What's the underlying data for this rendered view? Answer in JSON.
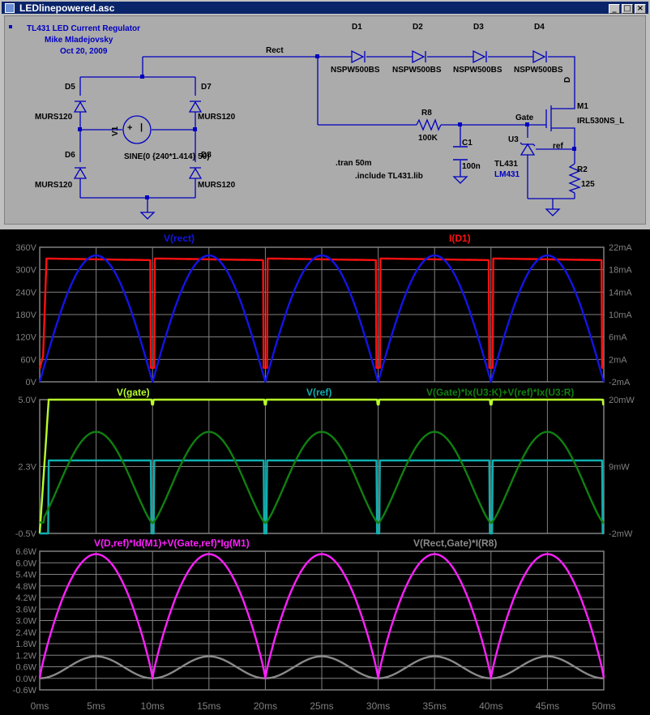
{
  "window": {
    "title": "LEDlinepowered.asc",
    "btn_min": "_",
    "btn_max": "□",
    "btn_close": "×"
  },
  "schematic": {
    "header": [
      "TL431 LED Current Regulator",
      "Mike Mladejovsky",
      "Oct 20, 2009"
    ],
    "net_rect": "Rect",
    "net_gate": "Gate",
    "net_ref": "ref",
    "d1": "D1",
    "d2": "D2",
    "d3": "D3",
    "d4": "D4",
    "led_model": "NSPW500BS",
    "d5": "D5",
    "d6": "D6",
    "d7": "D7",
    "d8": "D8",
    "diode_model": "MURS120",
    "v1": "V1",
    "v1_value": "SINE(0 {240*1.414} 50)",
    "r8": "R8",
    "r8_value": "100K",
    "c1": "C1",
    "c1_value": "100n",
    "m1": "M1",
    "m1_model": "IRL530NS_L",
    "d_label": "D",
    "u3": "U3",
    "u3_model": "TL431",
    "u3_lib": "LM431",
    "r2": "R2",
    "r2_value": "125",
    "directive_tran": ".tran 50m",
    "directive_include": ".include TL431.lib"
  },
  "colors": {
    "blue": "#1414e6",
    "red": "#ff1010",
    "lime": "#b8ff2a",
    "cyan": "#10b0b0",
    "green": "#108010",
    "magenta": "#ff20ff",
    "gray": "#8a8a8a",
    "grid": "#808080",
    "schematic_wire": "#0000c0"
  },
  "x_axis": {
    "ticks": [
      "0ms",
      "5ms",
      "10ms",
      "15ms",
      "20ms",
      "25ms",
      "30ms",
      "35ms",
      "40ms",
      "45ms",
      "50ms"
    ],
    "range": [
      0,
      50
    ]
  },
  "panes": [
    {
      "left_ticks": [
        "360V",
        "300V",
        "240V",
        "180V",
        "120V",
        "60V",
        "0V"
      ],
      "right_ticks": [
        "22mA",
        "18mA",
        "14mA",
        "10mA",
        "6mA",
        "2mA",
        "-2mA"
      ],
      "left_range": [
        0,
        360
      ],
      "right_range": [
        -2,
        22
      ],
      "traces": [
        "V(rect)",
        "I(D1)"
      ]
    },
    {
      "left_ticks": [
        "5.0V",
        "2.3V",
        "-0.5V"
      ],
      "right_ticks": [
        "20mW",
        "9mW",
        "-2mW"
      ],
      "left_range": [
        -0.5,
        5.0
      ],
      "right_range": [
        -2,
        20
      ],
      "traces": [
        "V(gate)",
        "V(ref)",
        "V(Gate)*Ix(U3:K)+V(ref)*Ix(U3:R)"
      ]
    },
    {
      "left_ticks": [
        "6.6W",
        "6.0W",
        "5.4W",
        "4.8W",
        "4.2W",
        "3.6W",
        "3.0W",
        "2.4W",
        "1.8W",
        "1.2W",
        "0.6W",
        "0.0W",
        "-0.6W"
      ],
      "left_range": [
        -0.6,
        6.6
      ],
      "traces": [
        "V(D,ref)*Id(M1)+V(Gate,ref)*Ig(M1)",
        "V(Rect,Gate)*I(R8)"
      ]
    }
  ],
  "chart_data": [
    {
      "type": "line",
      "xlabel": "",
      "ylabel": "",
      "xlim": [
        0,
        50
      ],
      "ylim": [
        0,
        360
      ],
      "y2lim": [
        -2,
        22
      ],
      "series": [
        {
          "name": "V(rect)",
          "shape": "full-wave rectified sine, 50 Hz",
          "peak": 338,
          "period_ms": 10
        },
        {
          "name": "I(D1)",
          "axis": "right",
          "level_mA": 20,
          "dips_ms": [
            10,
            20,
            30,
            40,
            50
          ],
          "dip_to_mA": 0,
          "startup_ms": 0.5
        }
      ]
    },
    {
      "type": "line",
      "xlim": [
        0,
        50
      ],
      "ylim": [
        -0.5,
        5.0
      ],
      "y2lim": [
        -2,
        20
      ],
      "series": [
        {
          "name": "V(gate)",
          "level_V": 5.0,
          "rise_ms": [
            0,
            0.8
          ]
        },
        {
          "name": "V(ref)",
          "level_V": 2.5,
          "dips_ms": [
            10,
            20,
            30,
            40,
            50
          ],
          "dip_to_V": -0.5
        },
        {
          "name": "V(Gate)*Ix(U3:K)+V(ref)*Ix(U3:R)",
          "axis": "right",
          "shape": "rectified sine",
          "peak_mW": 15,
          "period_ms": 10
        }
      ]
    },
    {
      "type": "line",
      "xlim": [
        0,
        50
      ],
      "ylim": [
        -0.6,
        6.6
      ],
      "series": [
        {
          "name": "V(D,ref)*Id(M1)+V(Gate,ref)*Ig(M1)",
          "shape": "rectified sine",
          "peak_W": 6.45,
          "period_ms": 10
        },
        {
          "name": "V(Rect,Gate)*I(R8)",
          "shape": "sine squared",
          "peak_W": 1.14,
          "period_ms": 10
        }
      ]
    }
  ]
}
